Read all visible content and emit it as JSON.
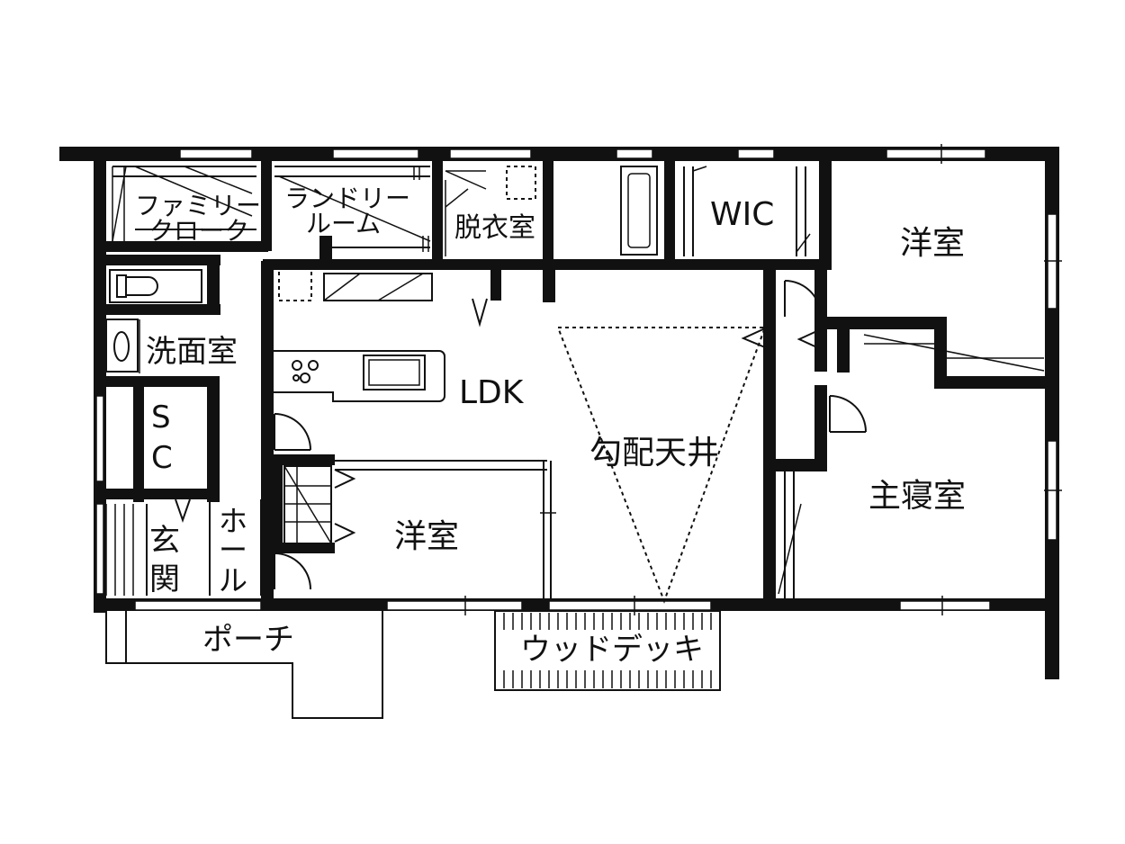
{
  "rooms": {
    "family_cloak_1": "ファミリー",
    "family_cloak_2": "クローク",
    "laundry_1": "ランドリー",
    "laundry_2": "ルーム",
    "dressing": "脱衣室",
    "wic": "WIC",
    "western_ne": "洋室",
    "washroom": "洗面室",
    "ldk": "LDK",
    "sc_1": "S",
    "sc_2": "C",
    "sloped_ceiling": "勾配天井",
    "master_bedroom": "主寝室",
    "western_s": "洋室",
    "entrance_1": "玄",
    "entrance_2": "関",
    "hall_1": "ホ",
    "hall_2": "ー",
    "hall_3": "ル",
    "porch": "ポーチ",
    "wood_deck": "ウッドデッキ"
  }
}
